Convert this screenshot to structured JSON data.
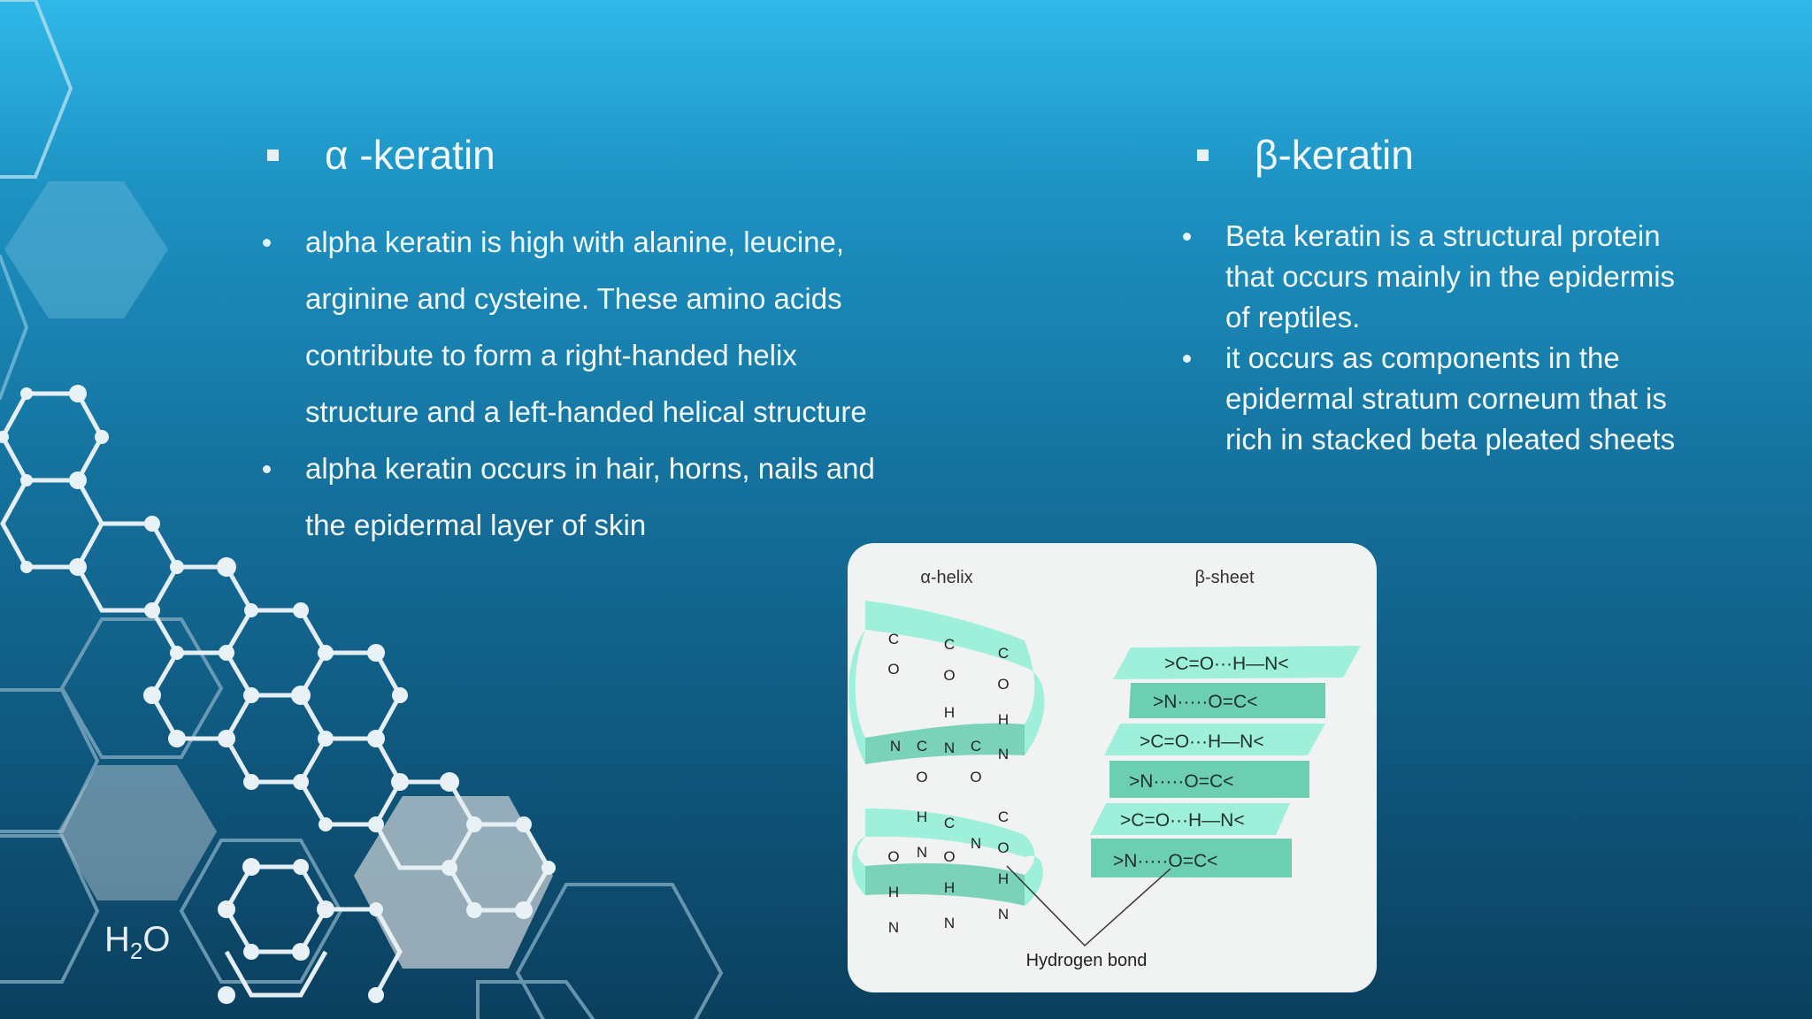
{
  "left_column": {
    "heading": "α -keratin",
    "bullets": [
      "alpha keratin is high with alanine, leucine, arginine and cysteine. These amino acids contribute to form a right-handed helix structure and a left-handed helical structure",
      "alpha keratin occurs in hair, horns, nails and the epidermal layer of skin"
    ]
  },
  "right_column": {
    "heading": "β-keratin",
    "bullets": [
      "Beta keratin is a structural protein that occurs mainly in the epidermis of reptiles.",
      "it occurs as components in the epidermal stratum corneum that is rich in stacked beta pleated sheets"
    ]
  },
  "decoration": {
    "molecule_label": "H",
    "molecule_subscript": "2",
    "molecule_suffix": "O"
  },
  "figure": {
    "alpha_title": "α-helix",
    "beta_title": "β-sheet",
    "caption": "Hydrogen bond",
    "sheet_rows": [
      ">C=O···H—N<",
      ">N·····O=C<",
      ">C=O···H—N<",
      ">N·····O=C<",
      ">C=O···H—N<",
      ">N·····O=C<"
    ],
    "helix_atoms": [
      [
        "C",
        "O"
      ],
      [
        "C",
        "O",
        "H"
      ],
      [
        "C",
        "O",
        "H",
        "N"
      ],
      [
        "N"
      ],
      [
        "C",
        "N"
      ],
      [
        "C",
        "O"
      ],
      [
        "C",
        "N"
      ],
      [
        "N"
      ],
      [
        "O",
        "H",
        "N"
      ],
      [
        "C",
        "O"
      ],
      [
        "H",
        "N"
      ],
      [
        "O",
        "H",
        "N"
      ],
      [
        "O",
        "H",
        "N"
      ],
      [
        "C",
        "O",
        "N"
      ],
      [
        "C",
        "O",
        "H",
        "N"
      ]
    ]
  },
  "colors": {
    "sheet_fill": "#9ff0da",
    "sheet_dark": "#6dcfb1",
    "card_bg": "#f1f2f2"
  }
}
